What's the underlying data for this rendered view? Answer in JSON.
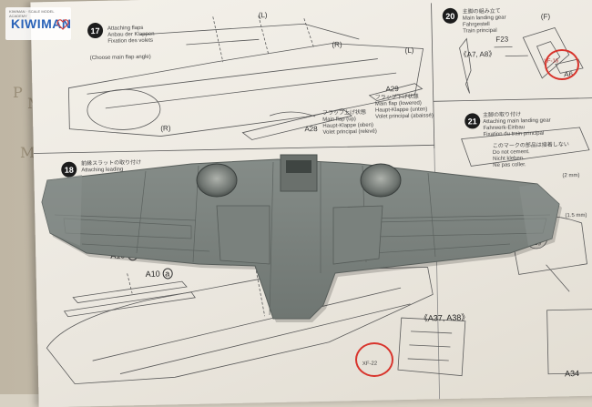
{
  "watermark": {
    "top_text": "KIWIMAN · SCALE MODEL ACADEMY",
    "brand": "KIWIMAN"
  },
  "instructions": {
    "step17": {
      "number": "17",
      "title_lines": [
        "Attaching flaps",
        "Anbau der Klappen",
        "Fixation des volets"
      ],
      "note": "(Choose main flap angle)",
      "callouts": [
        "(L)",
        "(R)",
        "(R)",
        "(L)"
      ],
      "main_flap_up": [
        "フラップ上げ状態",
        "Main flap (up)",
        "Haupt-Klappe (oben)",
        "Volet principal (relevé)"
      ],
      "main_flap_lowered": [
        "フラップ下げ状態",
        "Main flap (lowered)",
        "Haupt-Klappe (unten)",
        "Volet principal (abaissé)"
      ],
      "part_a28": "A28",
      "part_a29": "A29"
    },
    "step18": {
      "number": "18",
      "title_jp": "前縁スラットの取り付け",
      "title_en": "Attaching leading",
      "part_a10b": "A10",
      "part_a10b_mark": "b",
      "part_a10a": "A10",
      "part_a10a_mark": "a",
      "parts_a37_a38": "《A37, A38》",
      "part_xf22": "XF-22"
    },
    "step20": {
      "number": "20",
      "title_lines": [
        "主脚の組み立て",
        "Main landing gear",
        "Fahrgestell",
        "Train principal"
      ],
      "part_f": "(F)",
      "part_f23": "F23",
      "part_a7_a8": "《A7, A8》",
      "part_a6": "A6",
      "xf_code": "XF-16"
    },
    "step21": {
      "number": "21",
      "title_lines": [
        "主脚の取り付け",
        "Attaching main landing gear",
        "Fahrwerk-Einbau",
        "Fixation du train principal"
      ],
      "note_lines": [
        "このマークの部品は接着しない",
        "Do not cement.",
        "Nicht kleben.",
        "Ne pas coller."
      ],
      "dim1": "(2 mm)",
      "dim2": "(1.5 mm)",
      "part_a5": "《A5》",
      "part_a34": "A34"
    }
  },
  "page_margin_letters": [
    "P",
    "M",
    "M"
  ],
  "colors": {
    "model_gray": "#7c8480",
    "paper": "#f0ece4",
    "marker_red": "#d8342c",
    "logo_blue": "#2a63b8"
  }
}
